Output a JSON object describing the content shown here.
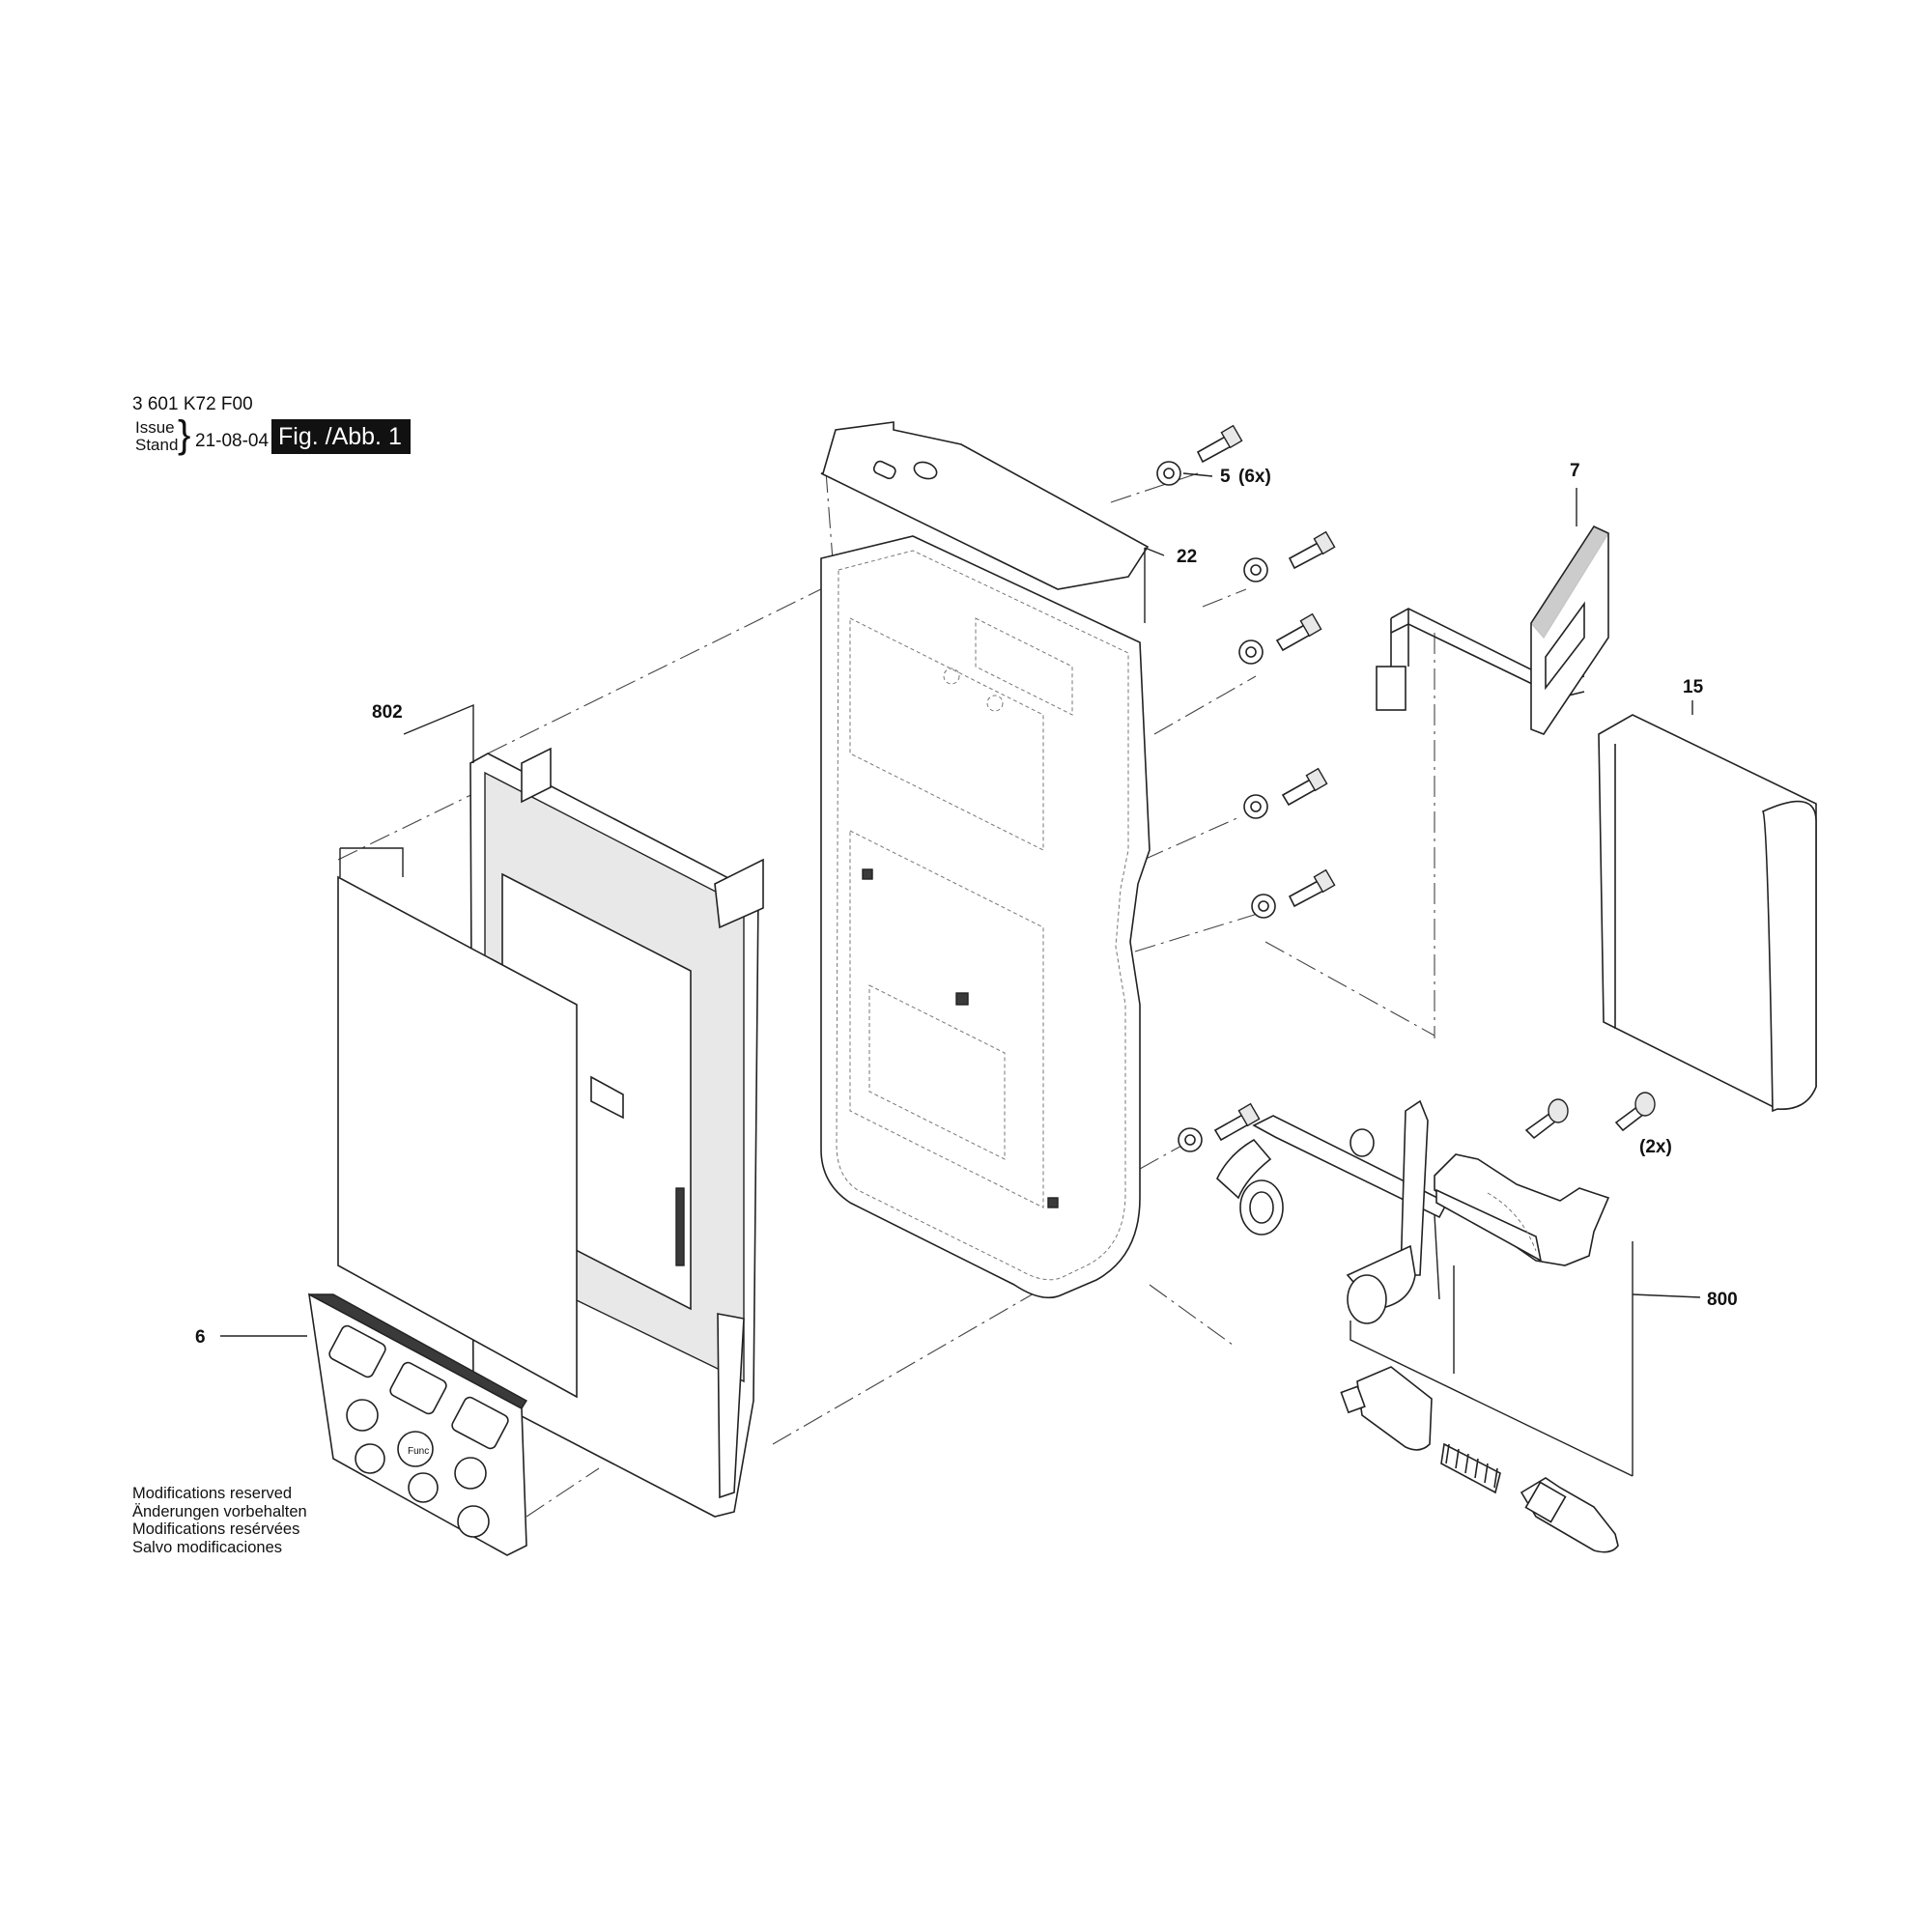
{
  "header": {
    "document_number": "3 601 K72 F00",
    "issue_label": "Issue",
    "stand_label": "Stand",
    "issue_date": "21-08-04",
    "figure_label": "Fig. /Abb. 1"
  },
  "footer": {
    "modifications": [
      "Modifications reserved",
      "Änderungen vorbehalten",
      "Modifications resérvées",
      "Salvo modificaciones"
    ]
  },
  "callouts": {
    "p5": "5",
    "p5_qty": "(6x)",
    "p22": "22",
    "p7": "7",
    "p15": "15",
    "p802": "802",
    "p6": "6",
    "p800": "800",
    "p800_screw_qty": "(2x)"
  },
  "keypad": {
    "func_key": "Func"
  }
}
